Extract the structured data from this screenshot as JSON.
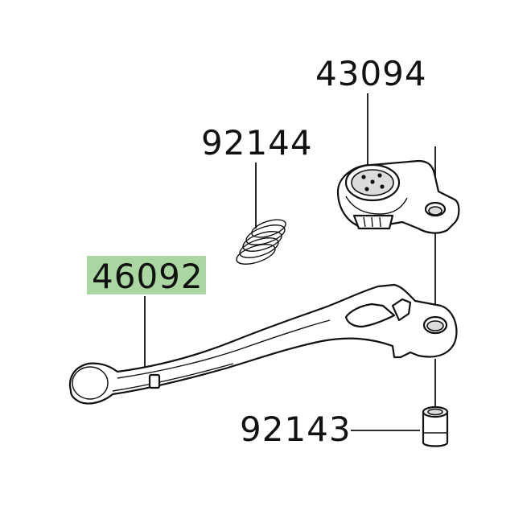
{
  "parts": [
    {
      "id": "43094"
    },
    {
      "id": "92144"
    },
    {
      "id": "46092",
      "highlight_color": "#a9d6a1"
    },
    {
      "id": "92143"
    }
  ],
  "colors": {
    "line": "#111111",
    "background": "#ffffff",
    "highlight": "#a9d6a1"
  }
}
